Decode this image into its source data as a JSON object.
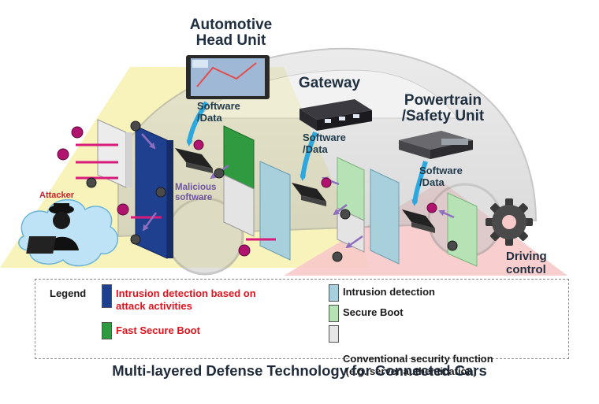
{
  "labels": {
    "head_unit": [
      "Automotive",
      "Head Unit"
    ],
    "gateway": "Gateway",
    "powertrain": [
      "Powertrain",
      "/Safety Unit"
    ],
    "software_data": [
      "Software",
      "/Data"
    ],
    "malicious": [
      "Malicious",
      "software"
    ],
    "attacker": "Attacker",
    "driving_control": [
      "Driving",
      "control"
    ]
  },
  "legend": {
    "title": "Legend",
    "items": [
      {
        "text": [
          "Intrusion detection based on",
          "attack activities"
        ],
        "color": "#1f3f8f",
        "text_color": "#e0141e"
      },
      {
        "text": [
          "Fast Secure Boot"
        ],
        "color": "#2f9a3f",
        "text_color": "#e0141e"
      },
      {
        "text": [
          "Intrusion detection"
        ],
        "color": "#a8cfdc",
        "text_color": "#1b1b1b"
      },
      {
        "text": [
          "Secure Boot"
        ],
        "color": "#b6e2b6",
        "text_color": "#1b1b1b"
      },
      {
        "text": [
          "Conventional security function",
          " (e.g. server authentication)"
        ],
        "color": "#e6e6e6",
        "text_color": "#1b1b1b"
      }
    ]
  },
  "caption": "Multi-layered Defense Technology for Connected Cars",
  "colors": {
    "yellow_zone": "#f4f1a8",
    "pink_zone": "#f7c3c3",
    "arrow_blue": "#2aa8df",
    "attack_line": "#d81b7a",
    "malware": "#b0146e"
  },
  "icons": [
    "chip-icon",
    "virus-icon",
    "attacker-icon",
    "gear-icon",
    "head-unit-screen-icon",
    "gateway-box-icon",
    "ecu-box-icon"
  ]
}
